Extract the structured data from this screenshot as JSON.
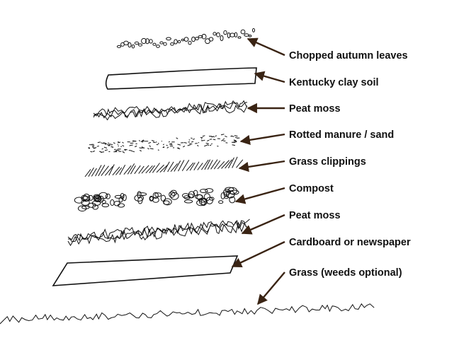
{
  "layers": [
    {
      "label": "Chopped autumn leaves",
      "icon": "chopped-leaves-sketch"
    },
    {
      "label": "Kentucky clay soil",
      "icon": "clay-soil-sketch"
    },
    {
      "label": "Peat moss",
      "icon": "peat-moss-sketch"
    },
    {
      "label": "Rotted manure / sand",
      "icon": "manure-sand-sketch"
    },
    {
      "label": "Grass clippings",
      "icon": "grass-clippings-sketch"
    },
    {
      "label": "Compost",
      "icon": "compost-sketch"
    },
    {
      "label": "Peat moss",
      "icon": "peat-moss-sketch"
    },
    {
      "label": "Cardboard or newspaper",
      "icon": "cardboard-sketch"
    },
    {
      "label": "Grass (weeds optional)",
      "icon": "grass-weeds-sketch"
    }
  ],
  "colors": {
    "ink": "#111111",
    "arrow": "#3a2414",
    "background": "#ffffff"
  }
}
